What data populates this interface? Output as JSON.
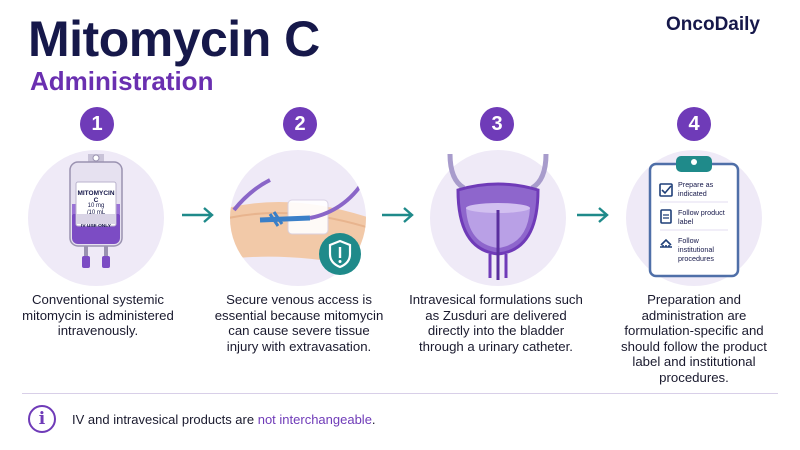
{
  "header": {
    "title": "Mitomycin C",
    "subtitle": "Administration",
    "brand": "OncoDaily"
  },
  "steps": [
    {
      "number": "1",
      "description": "Conventional systemic mitomycin is administered intravenously.",
      "illustration": "iv-bag-icon",
      "bag_label": {
        "name": "MITOMYCIN C",
        "dose_line1": "10 mg",
        "dose_line2": "/10 mL",
        "route": "IV USE ONLY"
      }
    },
    {
      "number": "2",
      "description": "Secure venous access is essential because mitomycin can cause severe tissue injury with extravasation.",
      "illustration": "arm-iv-line-icon",
      "badge": "shield-alert-icon"
    },
    {
      "number": "3",
      "description": "Intravesical formulations such as Zusduri are delivered directly into the bladder through a urinary catheter.",
      "illustration": "bladder-icon"
    },
    {
      "number": "4",
      "description": "Preparation and administration are formulation-specific and should follow the product label and institutional procedures.",
      "illustration": "clipboard-icon",
      "checklist": [
        "Prepare as indicated",
        "Follow product label",
        "Follow institutional procedures"
      ]
    }
  ],
  "footer": {
    "text_before": "IV and intravesical products are ",
    "emphasis": "not interchangeable",
    "text_after": "."
  },
  "colors": {
    "navy": "#16184a",
    "purple": "#6f3bb8",
    "teal": "#1f8a8a",
    "circle_bg": "#efeaf7"
  }
}
